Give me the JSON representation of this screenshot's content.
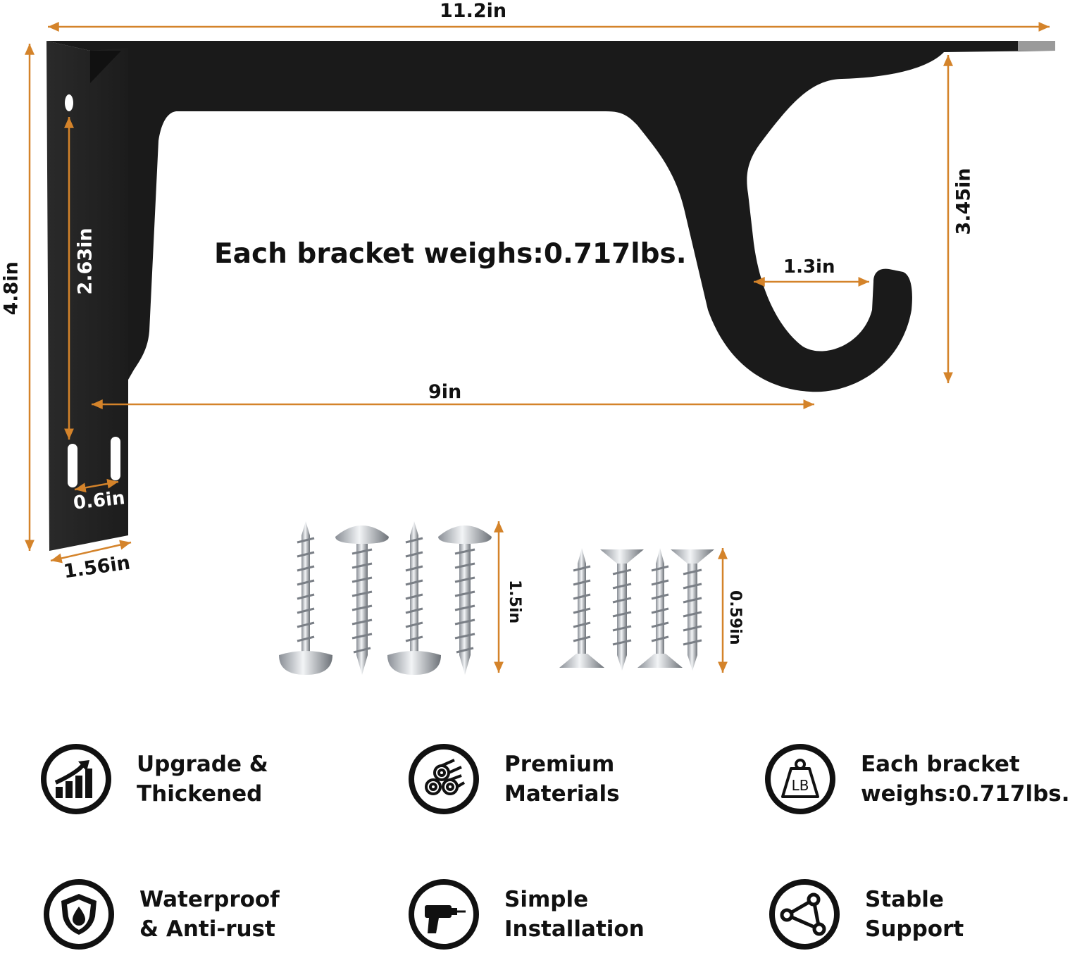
{
  "dimensions": {
    "overall_length": "11.2in",
    "overall_height": "4.8in",
    "hook_drop": "3.45in",
    "hook_gap": "1.3in",
    "arm_span": "9in",
    "hole_spacing_vertical": "2.63in",
    "hole_spacing_horizontal": "0.6in",
    "plate_width": "1.56in",
    "screw_length_long": "1.5in",
    "screw_length_short": "0.59in"
  },
  "headline": "Each bracket weighs:0.717lbs.",
  "colors": {
    "accent": "#d4832a",
    "bracket": "#1a1a1a",
    "text": "#111111"
  },
  "features": [
    {
      "icon": "growth-chart-icon",
      "line1": "Upgrade &",
      "line2": "Thickened"
    },
    {
      "icon": "material-rolls-icon",
      "line1": "Premium",
      "line2": "Materials"
    },
    {
      "icon": "weight-lb-icon",
      "line1": "Each bracket",
      "line2": "weighs:0.717lbs.",
      "icon_text": "LB"
    },
    {
      "icon": "shield-drop-icon",
      "line1": "Waterproof",
      "line2": "& Anti-rust"
    },
    {
      "icon": "drill-icon",
      "line1": "Simple",
      "line2": "Installation"
    },
    {
      "icon": "triangle-nodes-icon",
      "line1": "Stable",
      "line2": "Support"
    }
  ]
}
